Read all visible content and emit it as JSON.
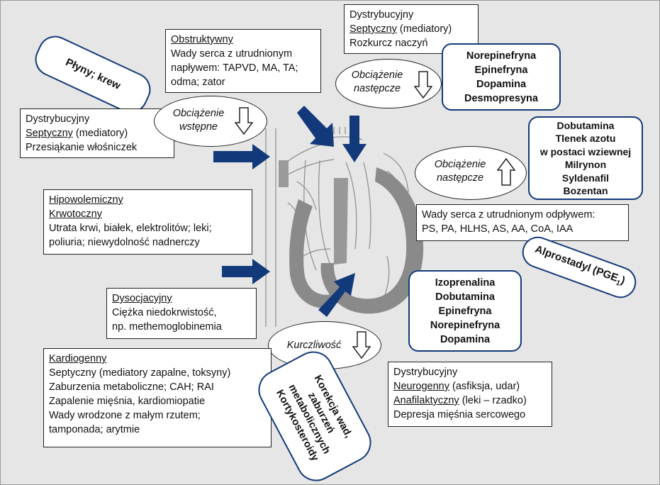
{
  "colors": {
    "accent": "#123a7a",
    "heart": "#808080",
    "background": "#e6e6e6"
  },
  "boxes": {
    "obstructive_in": {
      "title": "Obstruktywny",
      "lines": [
        "Wady serca z utrudnionym",
        "napływem: TAPVD, MA, TA;",
        "odma; zator"
      ]
    },
    "distrib_top": {
      "line1": "Dystrybucyjny",
      "line2_u": "Septyczny",
      "line2_rest": " (mediatory)",
      "line3": "Rozkurcz naczyń"
    },
    "distrib_left": {
      "line1": "Dystrybucyjny",
      "line2_u": "Septyczny",
      "line2_rest": " (mediatory)",
      "line3": "Przesiąkanie włośniczek"
    },
    "hypovolemic": {
      "title1": "Hipowolemiczny",
      "title2": "Krwotoczny",
      "lines": [
        "Utrata krwi, białek, elektrolitów; leki;",
        "poliuria; niewydolność nadnerczy"
      ]
    },
    "dissociative": {
      "title": "Dysocjacyjny",
      "lines": [
        "Ciężka niedokrwistość,",
        "np. methemoglobinemia"
      ]
    },
    "cardiogenic": {
      "title": "Kardiogenny",
      "lines": [
        "Septyczny (mediatory zapalne, toksyny)",
        "Zaburzenia metaboliczne; CAH; RAI",
        "Zapalenie mięśnia, kardiomiopatie",
        "Wady wrodzone z małym rzutem;",
        "tamponada; arytmie"
      ]
    },
    "obstructive_out": {
      "lines": [
        "Wady serca z utrudnionym odpływem:",
        "PS, PA, HLHS, AS, AA, CoA, IAA"
      ]
    },
    "distrib_bottom": {
      "line1": "Dystrybucyjny",
      "line2_u": "Neurogenny",
      "line2_rest": " (asfiksja, udar)",
      "line3_u": "Anafilaktyczny",
      "line3_rest": " (leki – rzadko)",
      "line4": "Depresja mięśnia sercowego"
    }
  },
  "ovals": {
    "preload": [
      "Obciążenie",
      "wstępne"
    ],
    "afterload_top": [
      "Obciążenie",
      "następcze"
    ],
    "afterload_right": [
      "Obciążenie",
      "następcze"
    ],
    "contractility": [
      "Kurczliwość"
    ]
  },
  "treatments": {
    "fluids": "Płyny; krew",
    "vasopressors": [
      "Norepinefryna",
      "Epinefryna",
      "Dopamina",
      "Desmopresyna"
    ],
    "vasodilators": [
      "Dobutamina",
      "Tlenek azotu",
      "w postaci wziewnej",
      "Milrynon",
      "Syldenafil",
      "Bozentan"
    ],
    "prostaglandin": "Alprostadyl (PGE",
    "prostaglandin_sub": "1",
    "prostaglandin_end": ")",
    "inotropes": [
      "Izoprenalina",
      "Dobutamina",
      "Epinefryna",
      "Norepinefryna",
      "Dopamina"
    ],
    "correction": [
      "Korekcja wad,",
      "zaburzeń",
      "metabolicznych",
      "Kortykosteroidy"
    ]
  }
}
